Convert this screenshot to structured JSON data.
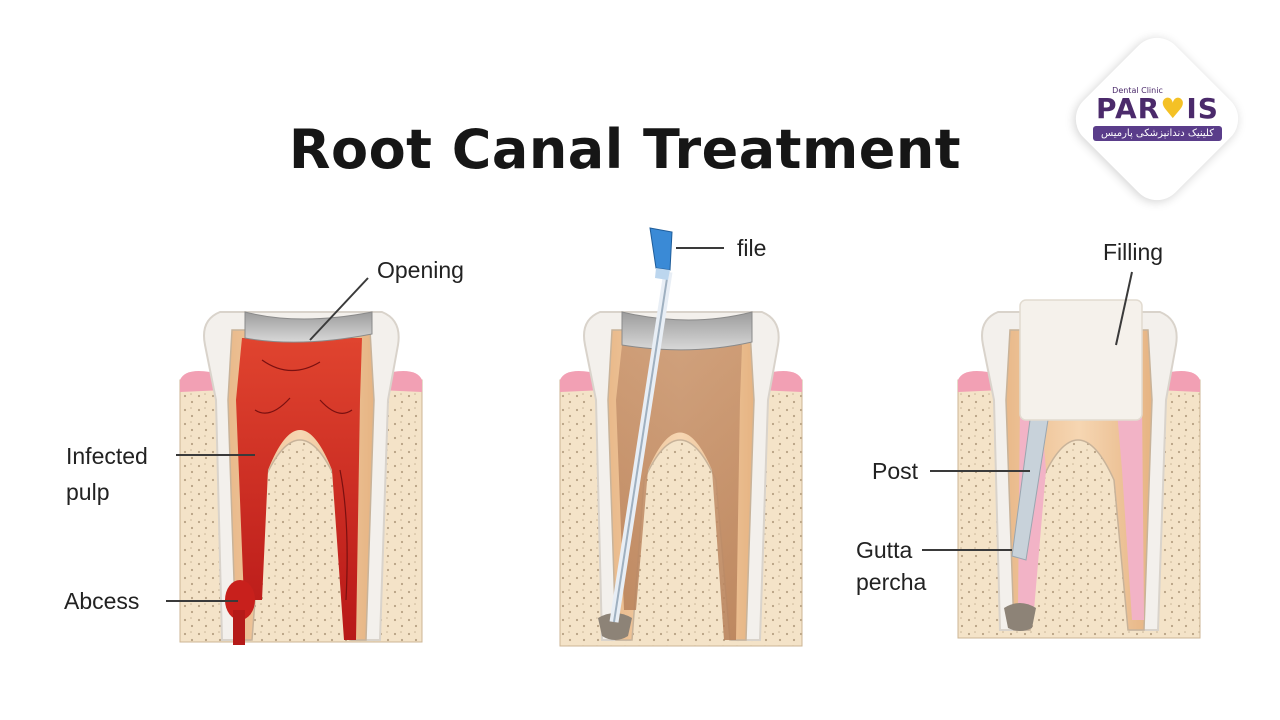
{
  "title": "Root Canal Treatment",
  "labels": {
    "opening": "Opening",
    "infected_pulp_line1": "Infected",
    "infected_pulp_line2": "pulp",
    "abcess": "Abcess",
    "file": "file",
    "filling": "Filling",
    "post": "Post",
    "gutta_line1": "Gutta",
    "gutta_line2": "percha"
  },
  "logo": {
    "small_text": "Dental Clinic",
    "brand_part1": "PAR",
    "brand_part2": "♥",
    "brand_part3": "IS",
    "subtitle": "کلینیک دندانپزشکی پارمیس"
  },
  "colors": {
    "bone": "#f4e3c8",
    "gum": "#f2a8b8",
    "tooth": "#f1c9a0",
    "dentin_line": "#c9c0ae",
    "infection": "#c8231f",
    "gutta": "#f0b8c8",
    "filling": "#f4f0ea",
    "brand_purple": "#4b2a6b",
    "brand_yellow": "#f4c125"
  }
}
